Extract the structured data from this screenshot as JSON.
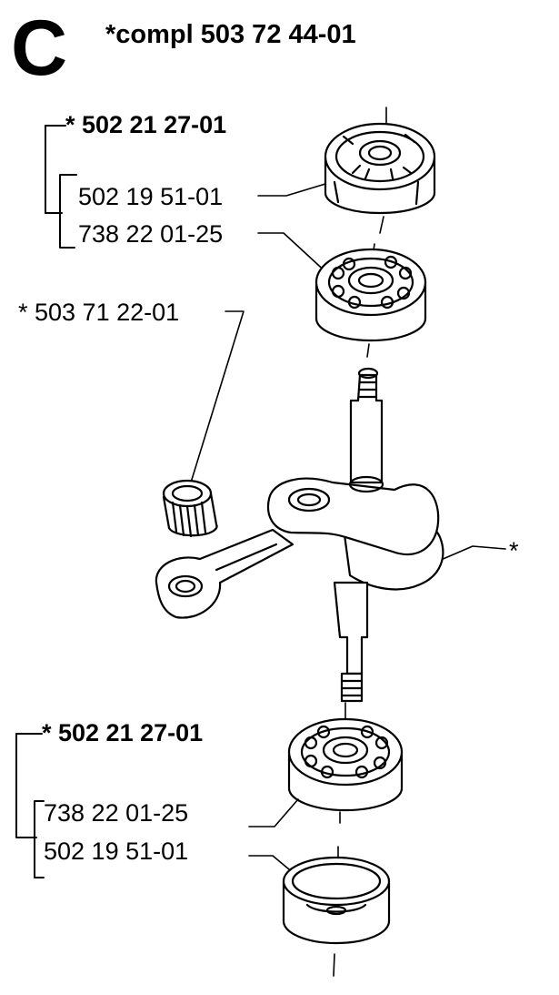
{
  "section_letter": "C",
  "assembly_title": "*compl 503 72 44-01",
  "top_group": {
    "kit_label": "* 502 21 27-01",
    "parts": [
      "502 19 51-01",
      "738 22 01-25"
    ]
  },
  "needle_bearing_label": "* 503 71 22-01",
  "crankshaft_label": "*",
  "bottom_group": {
    "kit_label": "* 502 21 27-01",
    "parts": [
      "738 22 01-25",
      "502 19 51-01"
    ]
  },
  "colors": {
    "ink": "#000000",
    "paper": "#ffffff"
  }
}
